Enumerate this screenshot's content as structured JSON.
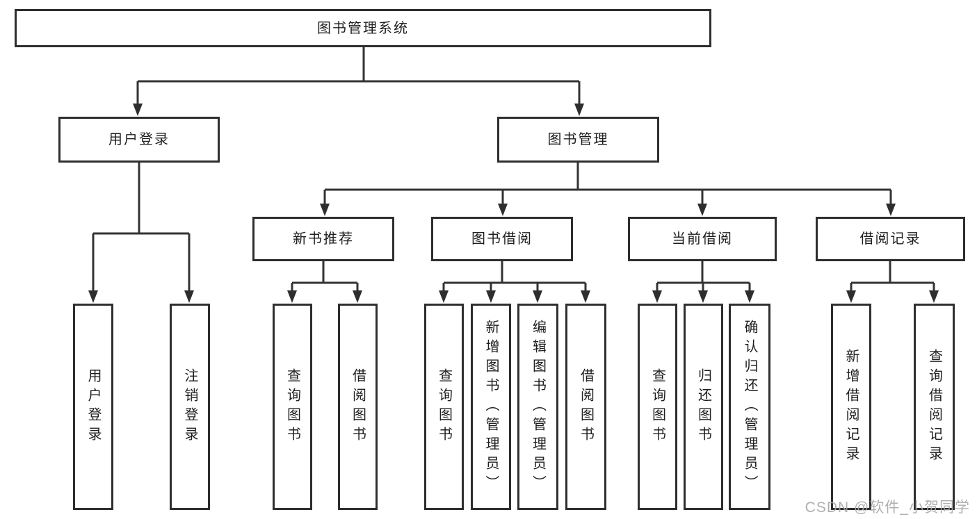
{
  "diagram": {
    "root": {
      "label": "图书管理系统",
      "children": [
        {
          "label": "用户登录",
          "children": [
            {
              "label": "用户登录"
            },
            {
              "label": "注销登录"
            }
          ]
        },
        {
          "label": "图书管理",
          "children": [
            {
              "label": "新书推荐",
              "children": [
                {
                  "label": "查询图书"
                },
                {
                  "label": "借阅图书"
                }
              ]
            },
            {
              "label": "图书借阅",
              "children": [
                {
                  "label": "查询图书"
                },
                {
                  "label": "新增图书（管理员）"
                },
                {
                  "label": "编辑图书（管理员）"
                },
                {
                  "label": "借阅图书"
                }
              ]
            },
            {
              "label": "当前借阅",
              "children": [
                {
                  "label": "查询图书"
                },
                {
                  "label": "归还图书"
                },
                {
                  "label": "确认归还（管理员）"
                }
              ]
            },
            {
              "label": "借阅记录",
              "children": [
                {
                  "label": "新增借阅记录"
                },
                {
                  "label": "查询借阅记录"
                }
              ]
            }
          ]
        }
      ]
    }
  },
  "watermark": {
    "text": "CSDN @软件_小贺同学"
  },
  "colors": {
    "box_border": "#2e2e2e",
    "connector": "#333333",
    "text": "#1f1f1f",
    "background": "#ffffff",
    "watermark": "#a8a8a8"
  }
}
